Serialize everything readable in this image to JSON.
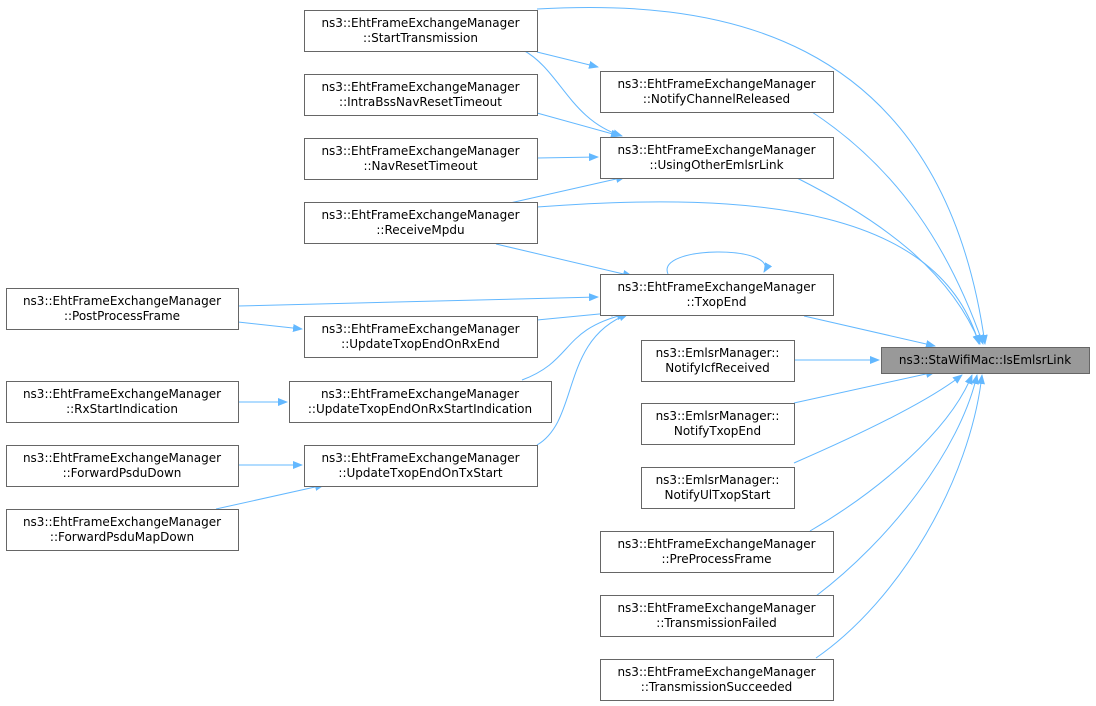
{
  "graph": {
    "edge_color": "#63b8ff",
    "root_fill": "#999999",
    "nodes": [
      {
        "id": "root",
        "line1": "ns3::StaWifiMac::IsEmlsrLink",
        "line2": ""
      },
      {
        "id": "start",
        "line1": "ns3::EhtFrameExchangeManager",
        "line2": "::StartTransmission"
      },
      {
        "id": "intra",
        "line1": "ns3::EhtFrameExchangeManager",
        "line2": "::IntraBssNavResetTimeout"
      },
      {
        "id": "navrst",
        "line1": "ns3::EhtFrameExchangeManager",
        "line2": "::NavResetTimeout"
      },
      {
        "id": "recv",
        "line1": "ns3::EhtFrameExchangeManager",
        "line2": "::ReceiveMpdu"
      },
      {
        "id": "post",
        "line1": "ns3::EhtFrameExchangeManager",
        "line2": "::PostProcessFrame"
      },
      {
        "id": "rxstart",
        "line1": "ns3::EhtFrameExchangeManager",
        "line2": "::RxStartIndication"
      },
      {
        "id": "fwd",
        "line1": "ns3::EhtFrameExchangeManager",
        "line2": "::ForwardPsduDown"
      },
      {
        "id": "fwdmap",
        "line1": "ns3::EhtFrameExchangeManager",
        "line2": "::ForwardPsduMapDown"
      },
      {
        "id": "ueorx",
        "line1": "ns3::EhtFrameExchangeManager",
        "line2": "::UpdateTxopEndOnRxEnd"
      },
      {
        "id": "ueorxs",
        "line1": "ns3::EhtFrameExchangeManager",
        "line2": "::UpdateTxopEndOnRxStartIndication"
      },
      {
        "id": "ueotx",
        "line1": "ns3::EhtFrameExchangeManager",
        "line2": "::UpdateTxopEndOnTxStart"
      },
      {
        "id": "ncr",
        "line1": "ns3::EhtFrameExchangeManager",
        "line2": "::NotifyChannelReleased"
      },
      {
        "id": "uoel",
        "line1": "ns3::EhtFrameExchangeManager",
        "line2": "::UsingOtherEmlsrLink"
      },
      {
        "id": "txop",
        "line1": "ns3::EhtFrameExchangeManager",
        "line2": "::TxopEnd"
      },
      {
        "id": "icf",
        "line1": "ns3::EmlsrManager::",
        "line2": "NotifyIcfReceived"
      },
      {
        "id": "ntxe",
        "line1": "ns3::EmlsrManager::",
        "line2": "NotifyTxopEnd"
      },
      {
        "id": "nul",
        "line1": "ns3::EmlsrManager::",
        "line2": "NotifyUlTxopStart"
      },
      {
        "id": "pre",
        "line1": "ns3::EhtFrameExchangeManager",
        "line2": "::PreProcessFrame"
      },
      {
        "id": "tfail",
        "line1": "ns3::EhtFrameExchangeManager",
        "line2": "::TransmissionFailed"
      },
      {
        "id": "tsucc",
        "line1": "ns3::EhtFrameExchangeManager",
        "line2": "::TransmissionSucceeded"
      }
    ],
    "edges": [
      {
        "from": "start",
        "to": "root"
      },
      {
        "from": "start",
        "to": "ncr"
      },
      {
        "from": "start",
        "to": "uoel"
      },
      {
        "from": "intra",
        "to": "uoel"
      },
      {
        "from": "navrst",
        "to": "uoel"
      },
      {
        "from": "recv",
        "to": "uoel"
      },
      {
        "from": "recv",
        "to": "root"
      },
      {
        "from": "recv",
        "to": "txop"
      },
      {
        "from": "post",
        "to": "txop"
      },
      {
        "from": "post",
        "to": "ueorx"
      },
      {
        "from": "ueorx",
        "to": "txop"
      },
      {
        "from": "rxstart",
        "to": "ueorxs"
      },
      {
        "from": "ueorxs",
        "to": "txop"
      },
      {
        "from": "fwd",
        "to": "ueotx"
      },
      {
        "from": "fwdmap",
        "to": "ueotx"
      },
      {
        "from": "ueotx",
        "to": "txop"
      },
      {
        "from": "txop",
        "to": "txop"
      },
      {
        "from": "ncr",
        "to": "root"
      },
      {
        "from": "uoel",
        "to": "root"
      },
      {
        "from": "txop",
        "to": "root"
      },
      {
        "from": "icf",
        "to": "root"
      },
      {
        "from": "ntxe",
        "to": "root"
      },
      {
        "from": "nul",
        "to": "root"
      },
      {
        "from": "pre",
        "to": "root"
      },
      {
        "from": "tfail",
        "to": "root"
      },
      {
        "from": "tsucc",
        "to": "root"
      }
    ]
  }
}
